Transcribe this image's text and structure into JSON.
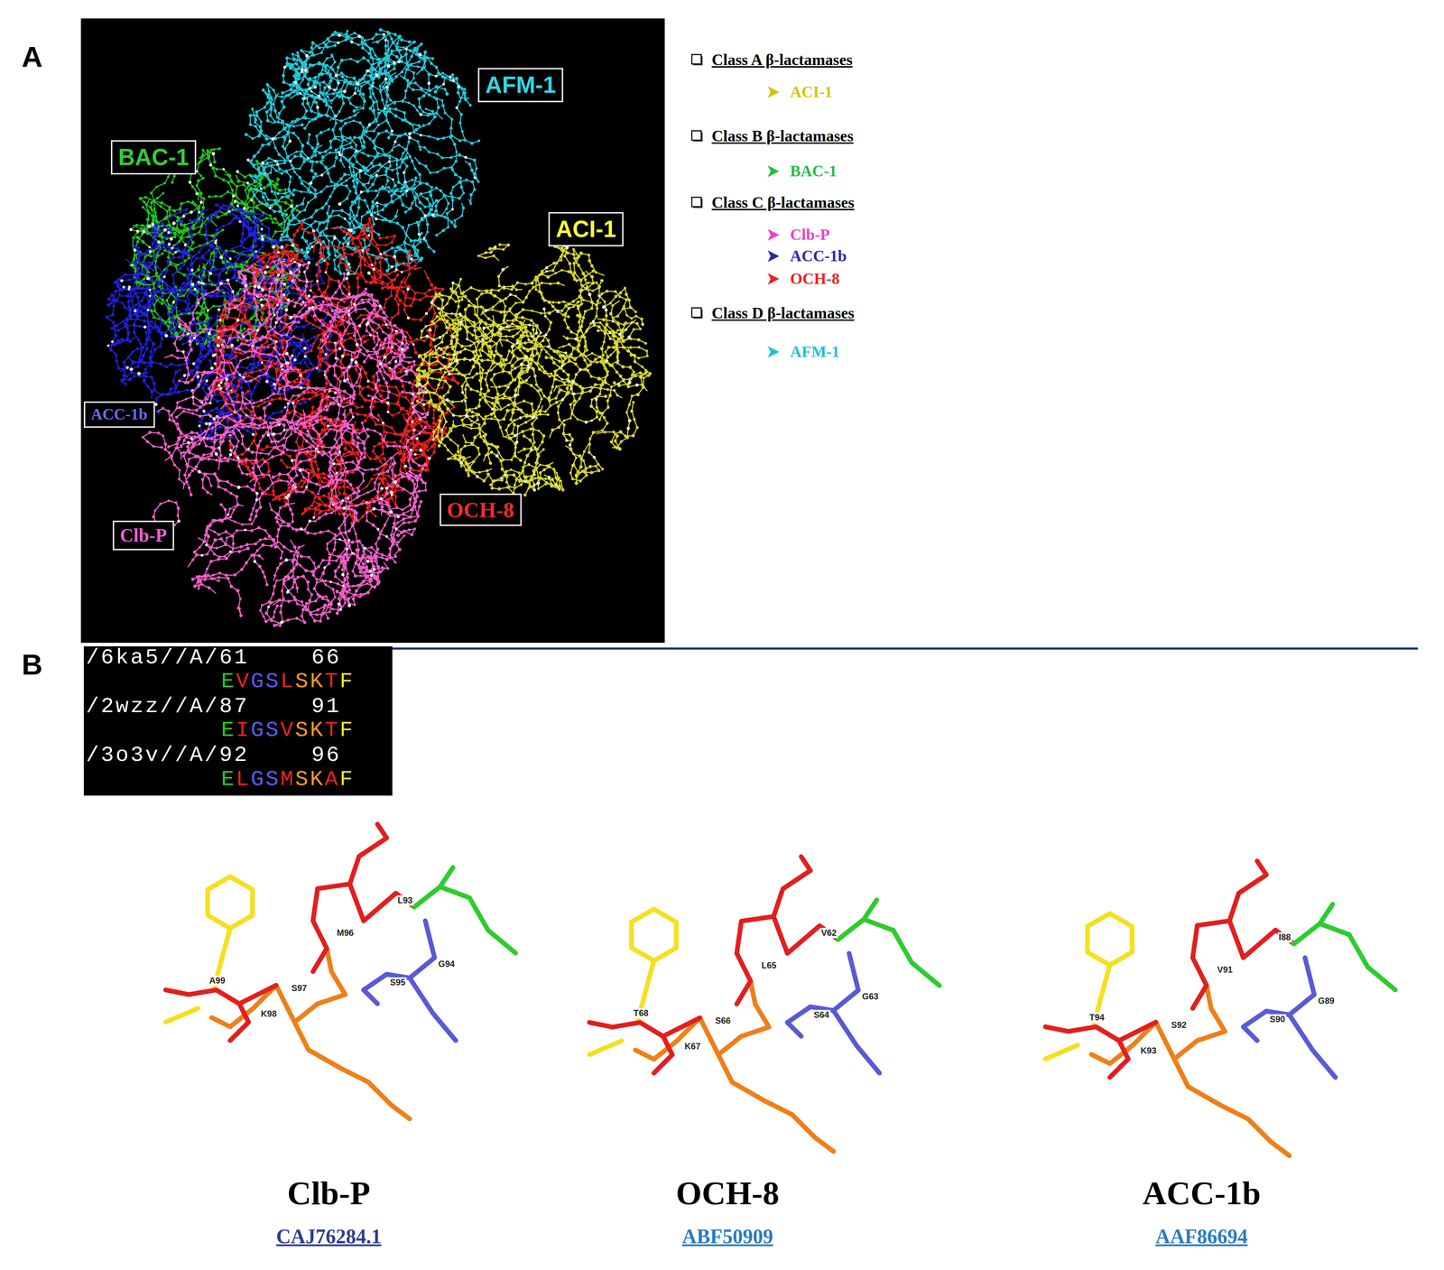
{
  "diagram": {
    "nodes": [
      {
        "text": [
          "AFM-1"
        ]
      },
      {
        "text": [
          "BAC-1"
        ]
      },
      {
        "text": [
          "ACI-1"
        ]
      },
      {
        "text": [
          "ACC-1b"
        ]
      },
      {
        "text": [
          "OCH-8"
        ]
      },
      {
        "text": [
          "Clb-P"
        ]
      }
    ],
    "labels": [
      "A",
      "B",
      "/6ka5//A/61",
      "66",
      "EVGSLSKTF",
      "/2wzz//A/87",
      "91",
      "EIGSVSKTF",
      "/3o3v//A/92",
      "96",
      "ELGSMSKAF",
      "L93",
      "G94",
      "S95",
      "M96",
      "S97",
      "K98",
      "A99",
      "V62",
      "G63",
      "S64",
      "L65",
      "S66",
      "K67",
      "T68",
      "I88",
      "G89",
      "S90",
      "V91",
      "S92",
      "K93",
      "T94",
      "Clb-P",
      "CAJ76284.1",
      "OCH-8",
      "ABF50909",
      "ACC-1b",
      "AAF86694"
    ],
    "legend": [
      {
        "text": "Class A β-lactamases"
      },
      {
        "text": "ACI-1",
        "color": "#d2c400"
      },
      {
        "text": "Class B β-lactamases"
      },
      {
        "text": "BAC-1",
        "color": "#22c040"
      },
      {
        "text": "Class C β-lactamases"
      },
      {
        "text": "Clb-P",
        "color": "#f040d0"
      },
      {
        "text": "ACC-1b",
        "color": "#2a2ab0"
      },
      {
        "text": "OCH-8",
        "color": "#ee2222"
      },
      {
        "text": "Class D β-lactamases"
      },
      {
        "text": "AFM-1",
        "color": "#1cc3d2"
      }
    ]
  }
}
